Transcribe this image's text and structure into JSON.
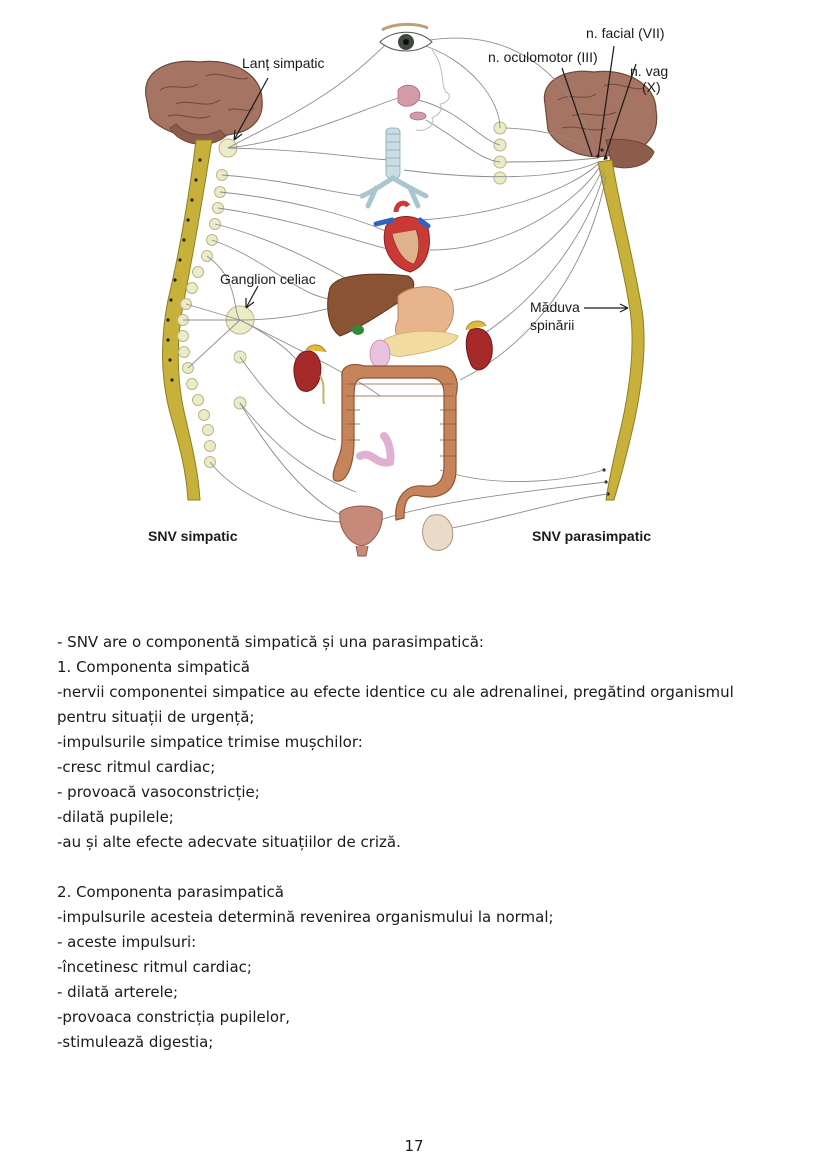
{
  "figure": {
    "labels": {
      "lant_simpatic": "Lanț simpatic",
      "n_facial": "n. facial (VII)",
      "n_oculomotor": "n. oculomotor (III)",
      "n_vag_line1": "n. vag",
      "n_vag_line2": "(X)",
      "ganglion_celiac": "Ganglion celiac",
      "maduva_line1": "Măduva",
      "maduva_line2": "spinării",
      "snv_simpatic": "SNV simpatic",
      "snv_parasimpatic": "SNV parasimpatic"
    },
    "colors": {
      "brain": "#a57462",
      "spinal_cord": "#c7b13a",
      "ganglion": "#ecebc8",
      "heart": "#c93a36",
      "liver": "#8a5333",
      "intestine": "#c7845a",
      "kidney": "#a72a2a",
      "nerve_line": "#8d8d8d"
    }
  },
  "text": {
    "lines": [
      "- SNV are o componentă simpatică și una parasimpatică:",
      "1. Componenta simpatică",
      "-nervii componentei simpatice au efecte identice cu ale adrenalinei, pregătind organismul",
      "pentru situații de urgență;",
      "-impulsurile simpatice trimise mușchilor:",
      "-cresc ritmul cardiac;",
      "- provoacă vasoconstricție;",
      "-dilată pupilele;",
      "-au și alte efecte adecvate situațiilor de criză.",
      "",
      "2. Componenta parasimpatică",
      "-impulsurile acesteia determină revenirea organismului la normal;",
      "- aceste impulsuri:",
      "-încetinesc ritmul cardiac;",
      "- dilată arterele;",
      "-provoaca constricția pupilelor,",
      "-stimulează digestia;"
    ]
  },
  "page_number": "17"
}
